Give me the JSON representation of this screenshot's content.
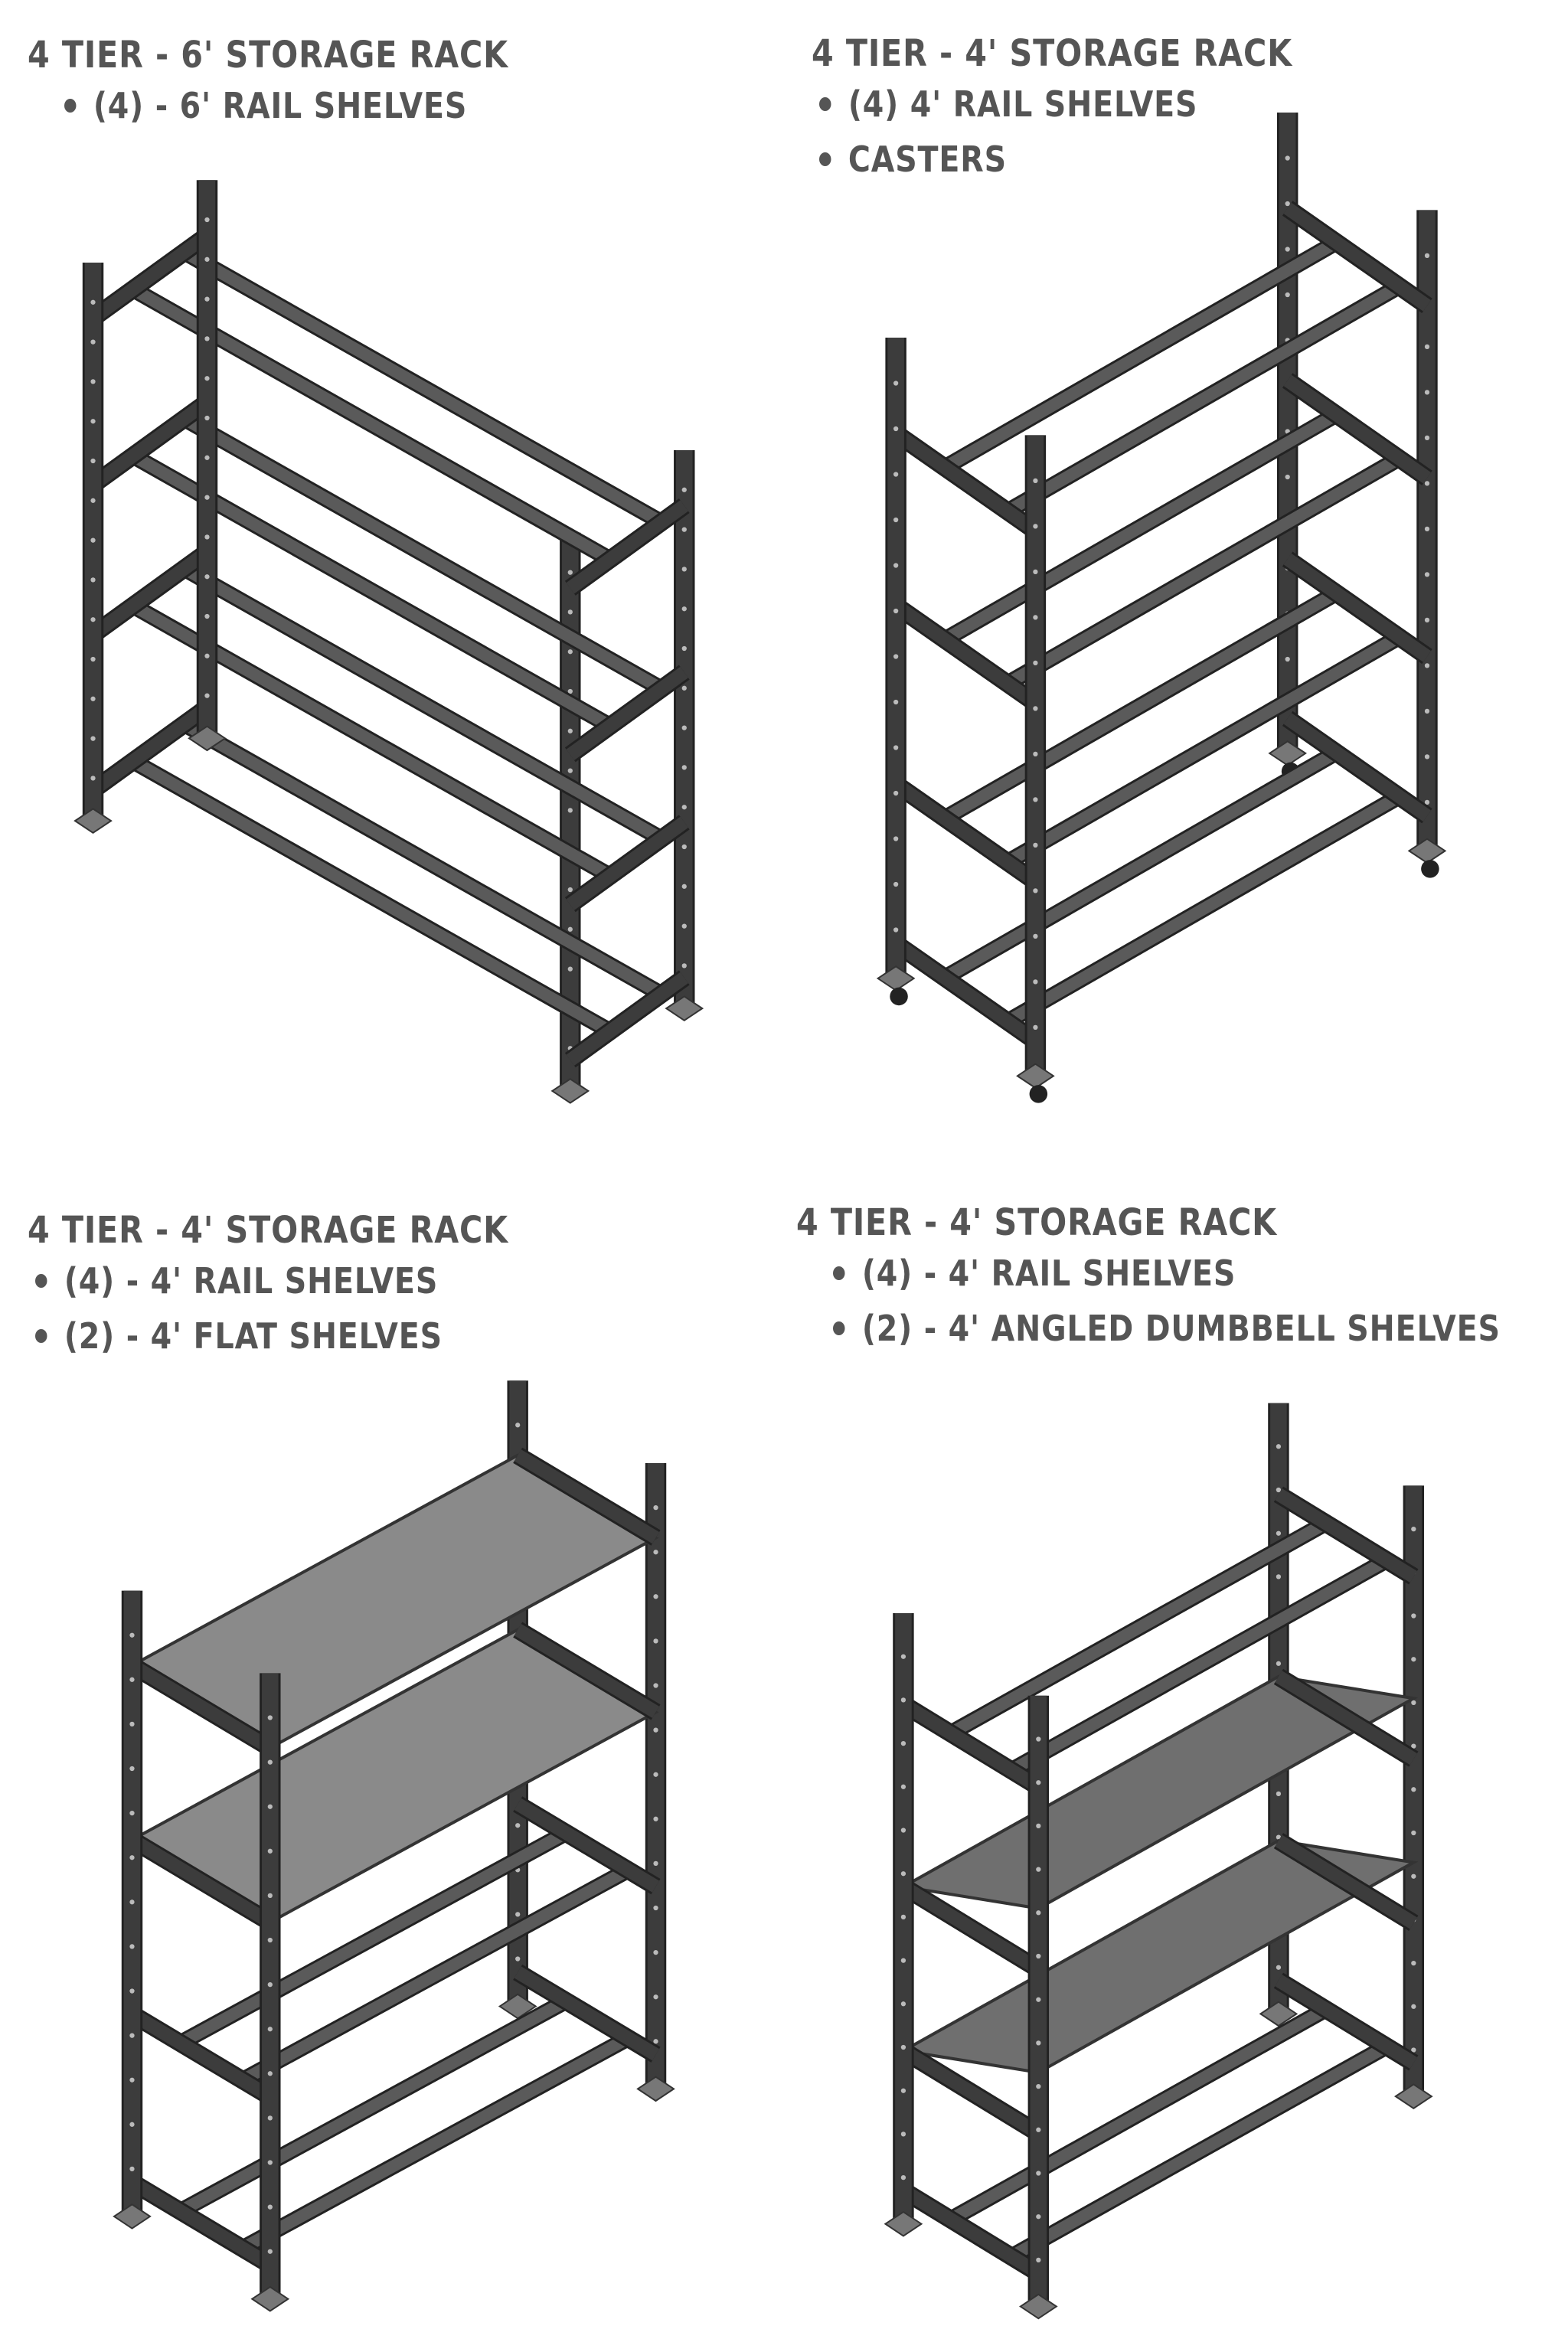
{
  "products": [
    {
      "title": "4 TIER - 6' STORAGE RACK",
      "bullets": [
        "(4) - 6' RAIL SHELVES"
      ]
    },
    {
      "title": "4 TIER - 4' STORAGE RACK",
      "bullets": [
        "(4) 4' RAIL SHELVES",
        "CASTERS"
      ]
    },
    {
      "title": "4 TIER - 4' STORAGE RACK",
      "bullets": [
        "(4) - 4' RAIL SHELVES",
        "(2) - 4' FLAT SHELVES"
      ]
    },
    {
      "title": "4 TIER - 4' STORAGE RACK",
      "bullets": [
        "(4) - 4' RAIL SHELVES",
        "(2) - 4' ANGLED DUMBBELL SHELVES"
      ]
    }
  ],
  "colors": {
    "text": "#555555",
    "steel": "#3c3c3c",
    "shelf": "#8a8a8a"
  }
}
